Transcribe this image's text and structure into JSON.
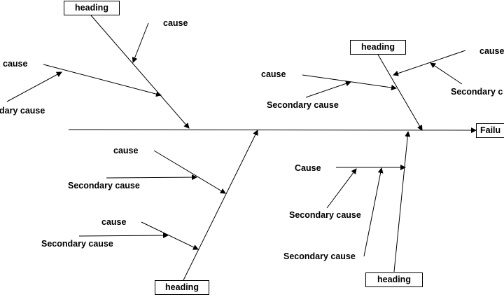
{
  "effect": {
    "label": "Failu"
  },
  "headings": {
    "top_left": "heading",
    "top_right": "heading",
    "bottom_left": "heading",
    "bottom_right": "heading"
  },
  "causes": {
    "tl_cause_1": "cause",
    "tl_cause_2": "cause",
    "tl_secondary": "dary cause",
    "tr_cause_1": "cause",
    "tr_secondary_1": "Secondary cause",
    "tr_cause_2": "cause",
    "tr_secondary_2": "Secondary c",
    "bl_cause_1": "cause",
    "bl_secondary_1": "Secondary cause",
    "bl_cause_2": "cause",
    "bl_secondary_2": "Secondary cause",
    "br_cause": "Cause",
    "br_secondary_1": "Secondary cause",
    "br_secondary_2": "Secondary cause"
  }
}
